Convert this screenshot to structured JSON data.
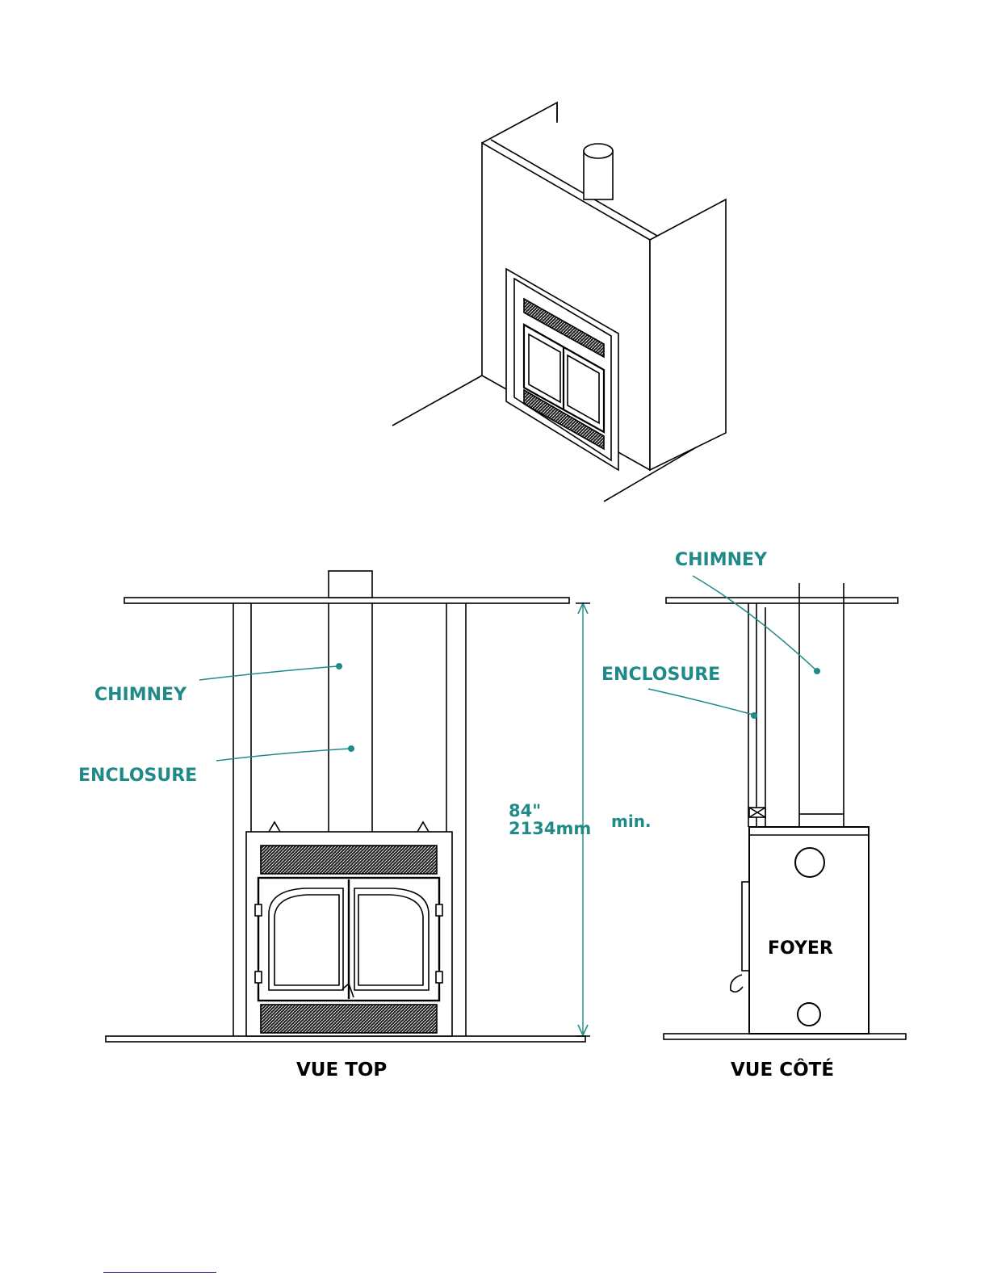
{
  "colors": {
    "label": "#1f8a88",
    "line": "#000000",
    "leader": "#1f8a88"
  },
  "front_view": {
    "chimney_label": "CHIMNEY",
    "enclosure_label": "ENCLOSURE",
    "height_inches": "84\"",
    "height_mm": "2134mm",
    "height_suffix": "min.",
    "caption": "VUE TOP"
  },
  "side_view": {
    "chimney_label": "CHIMNEY",
    "enclosure_label": "ENCLOSURE",
    "unit_label": "FOYER",
    "caption": "VUE CÔTÉ"
  }
}
